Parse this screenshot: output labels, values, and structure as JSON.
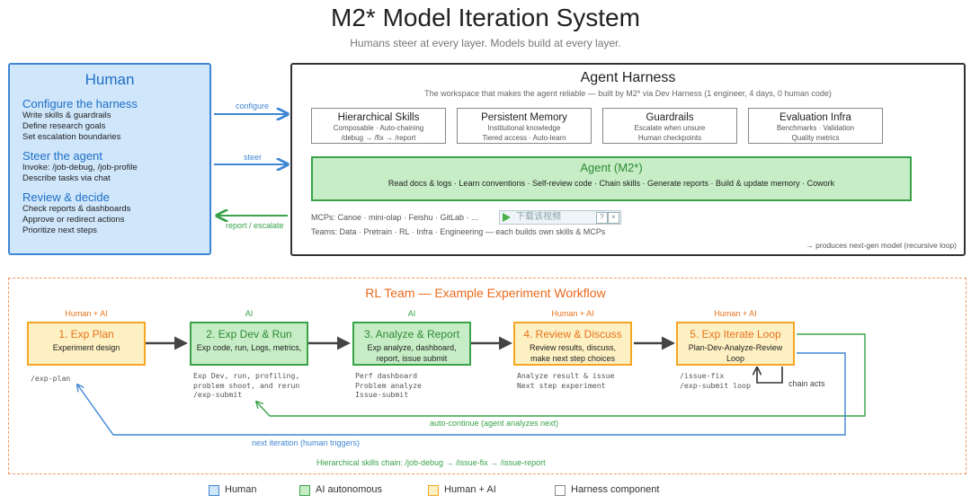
{
  "title": "M2* Model Iteration System",
  "subtitle": "Humans steer at every layer. Models build at every layer.",
  "human": {
    "title": "Human",
    "sections": [
      {
        "heading": "Configure the harness",
        "items": [
          "Write skills & guardrails",
          "Define research goals",
          "Set escalation boundaries"
        ]
      },
      {
        "heading": "Steer the agent",
        "items": [
          "Invoke: /job-debug, /job-profile",
          "Describe tasks via chat"
        ]
      },
      {
        "heading": "Review & decide",
        "items": [
          "Check reports & dashboards",
          "Approve or redirect actions",
          "Prioritize next steps"
        ]
      }
    ]
  },
  "connectors": {
    "configure": "configure",
    "steer": "steer",
    "report": "report / escalate"
  },
  "harness": {
    "title": "Agent Harness",
    "description": "The workspace that makes the agent reliable — built by M2* via Dev Harness (1 engineer, 4 days, 0 human code)",
    "components": [
      {
        "title": "Hierarchical Skills",
        "line1": "Composable · Auto-chaining",
        "line2": "/debug → /fix → /report"
      },
      {
        "title": "Persistent Memory",
        "line1": "Institutional knowledge",
        "line2": "Tiered access · Auto-learn"
      },
      {
        "title": "Guardrails",
        "line1": "Escalate when unsure",
        "line2": "Human checkpoints"
      },
      {
        "title": "Evaluation Infra",
        "line1": "Benchmarks · Validation",
        "line2": "Quality metrics"
      }
    ],
    "agent": {
      "title": "Agent (M2*)",
      "capabilities": "Read docs & logs  ·  Learn conventions  ·  Self-review code  ·  Chain skills  ·  Generate reports  ·  Build & update memory  ·  Cowork"
    },
    "mcps": "MCPs: Canoe · mini-olap · Feishu · GitLab · ...",
    "teams": "Teams: Data · Pretrain · RL · Infra · Engineering  —  each builds own skills & MCPs",
    "produces": "→ produces next-gen model (recursive loop)",
    "watermark": "下载该视频"
  },
  "rl": {
    "title": "RL Team — Example Experiment Workflow",
    "steps": [
      {
        "tag": "Human + AI",
        "title": "1. Exp Plan",
        "desc": [
          "Experiment design"
        ],
        "cmds": [
          "/exp-plan"
        ]
      },
      {
        "tag": "AI",
        "title": "2. Exp Dev & Run",
        "desc": [
          "Exp code, run, Logs, metrics,"
        ],
        "cmds": [
          "Exp Dev, run, profiling,",
          "problem shoot, and rerun",
          "/exp-submit"
        ]
      },
      {
        "tag": "AI",
        "title": "3.  Analyze & Report",
        "desc": [
          "Exp analyze, dashboard,",
          "report, issue submit"
        ],
        "cmds": [
          "Perf dashboard",
          "Problem analyze",
          "Issue-submit"
        ]
      },
      {
        "tag": "Human + AI",
        "title": "4. Review & Discuss",
        "desc": [
          "Review results, discuss,",
          "make next step choices"
        ],
        "cmds": [
          "Analyze result & issue",
          "Next step experiment"
        ]
      },
      {
        "tag": "Human + AI",
        "title": "5. Exp Iterate Loop",
        "desc": [
          "Plan-Dev-Analyze-Review",
          "Loop"
        ],
        "cmds": [
          "/issue-fix",
          "/exp-submit loop"
        ]
      }
    ],
    "chain_acts": "chain acts",
    "auto_continue": "auto-continue (agent analyzes next)",
    "next_iteration": "next iteration (human triggers)",
    "skills_chain": "Hierarchical skills chain:  /job-debug → /issue-fix → /issue-report"
  },
  "legend": [
    {
      "label": "Human",
      "fill": "#cfe6fb",
      "stroke": "#3f86d3"
    },
    {
      "label": "AI autonomous",
      "fill": "#c6edc5",
      "stroke": "#3aa34a"
    },
    {
      "label": "Human + AI",
      "fill": "#fdf0c2",
      "stroke": "#f5a623"
    },
    {
      "label": "Harness component",
      "fill": "#ffffff",
      "stroke": "#888888"
    }
  ],
  "colors": {
    "human": "#3f86d3",
    "ai": "#3aa34a",
    "human_ai": "#f5a623",
    "rl_accent": "#ea6a1c"
  }
}
